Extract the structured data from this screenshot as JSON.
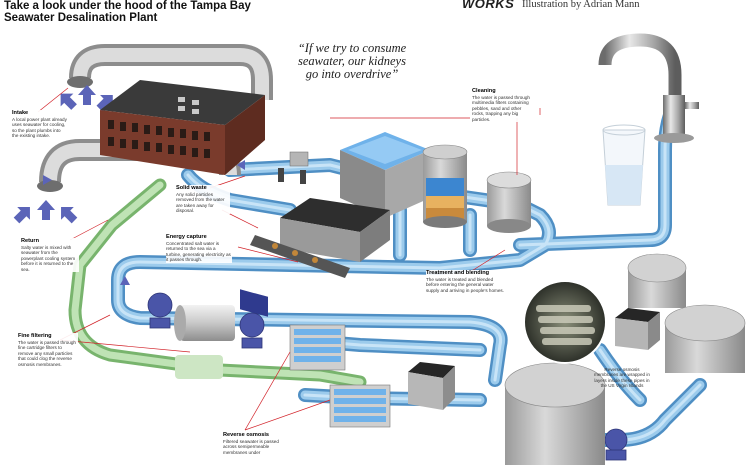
{
  "header": {
    "title_line1": "Take a look under the hood of the Tampa Bay",
    "title_line2": "Seawater Desalination Plant",
    "brand": "WORKS",
    "credit": "Illustration by Adrian Mann"
  },
  "quote": {
    "line1": "“If we try to consume",
    "line2": "seawater, our kidneys",
    "line3": "go into overdrive”"
  },
  "callouts": {
    "intake": {
      "title": "Intake",
      "body": "A local power plant already uses seawater for cooling, so the plant plumbs into the existing intake."
    },
    "solid_waste": {
      "title": "Solid waste",
      "body": "Any solid particles removed from the water are taken away for disposal."
    },
    "cleaning": {
      "title": "Cleaning",
      "body": "The water is passed through multimedia filters containing pebbles, sand and other rocks, trapping any big particles."
    },
    "return": {
      "title": "Return",
      "body": "Salty water is mixed with seawater from the powerplant cooling system before it is returned to the sea."
    },
    "energy_capture": {
      "title": "Energy capture",
      "body": "Concentrated salt water is returned to the sea via a turbine, generating electricity as it passes through."
    },
    "treatment": {
      "title": "Treatment and blending",
      "body": "The water is treated and blended before entering the general water supply and arriving in people's homes."
    },
    "fine_filtering": {
      "title": "Fine filtering",
      "body": "The water is passed through fine cartridge filters to remove any small particles that could clog the reverse osmosis membranes."
    },
    "reverse_osmosis": {
      "title": "Reverse osmosis",
      "body": "Filtered seawater is passed across semipermeable membranes under"
    },
    "membranes": {
      "body": "Reverse osmosis membranes are wrapped in layers inside these pipes in the US Virgin Islands"
    }
  },
  "colors": {
    "blue_pipe": "#7fb6df",
    "blue_pipe_dark": "#4f8fc4",
    "green_pipe": "#a9d6a0",
    "green_pipe_dark": "#78b46d",
    "grey_pipe": "#c8c8c8",
    "pump": "#4a55a8",
    "arrow": "#5b64b8",
    "leader": "#d2232a",
    "brick": "#7a3b2c",
    "water": "#5aa6e6"
  }
}
